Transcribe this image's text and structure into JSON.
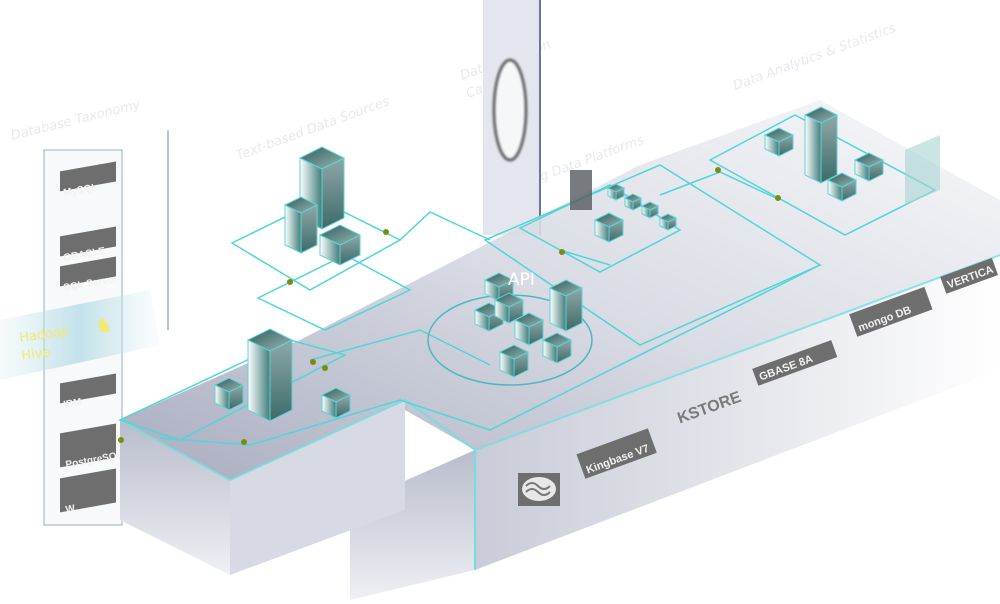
{
  "labels": {
    "database_taxonomy": "Database Taxonomy",
    "text_sources": "Text-based Data Sources",
    "ingestion_line1": "Data Ingestion",
    "ingestion_line2": "Capabilities",
    "big_data": "Big Data Platforms",
    "analytics": "Data Analytics & Statistics",
    "api": "API",
    "hadoop_line1": "Hadoop",
    "hadoop_line2": "Hive"
  },
  "left_logos": [
    "MySQL",
    "ORACLE",
    "SQL Server",
    "IBM",
    "PostgreSQL",
    "W"
  ],
  "front_logos": [
    "Kingbase V7",
    "KSTORE",
    "GBASE 8A",
    "mongo DB",
    "VERTICA"
  ],
  "colors": {
    "accent": "#4fd6d8",
    "node": "#7a8c12",
    "hadoop": "#f3ea6a",
    "logo": "#6e6e6e"
  }
}
